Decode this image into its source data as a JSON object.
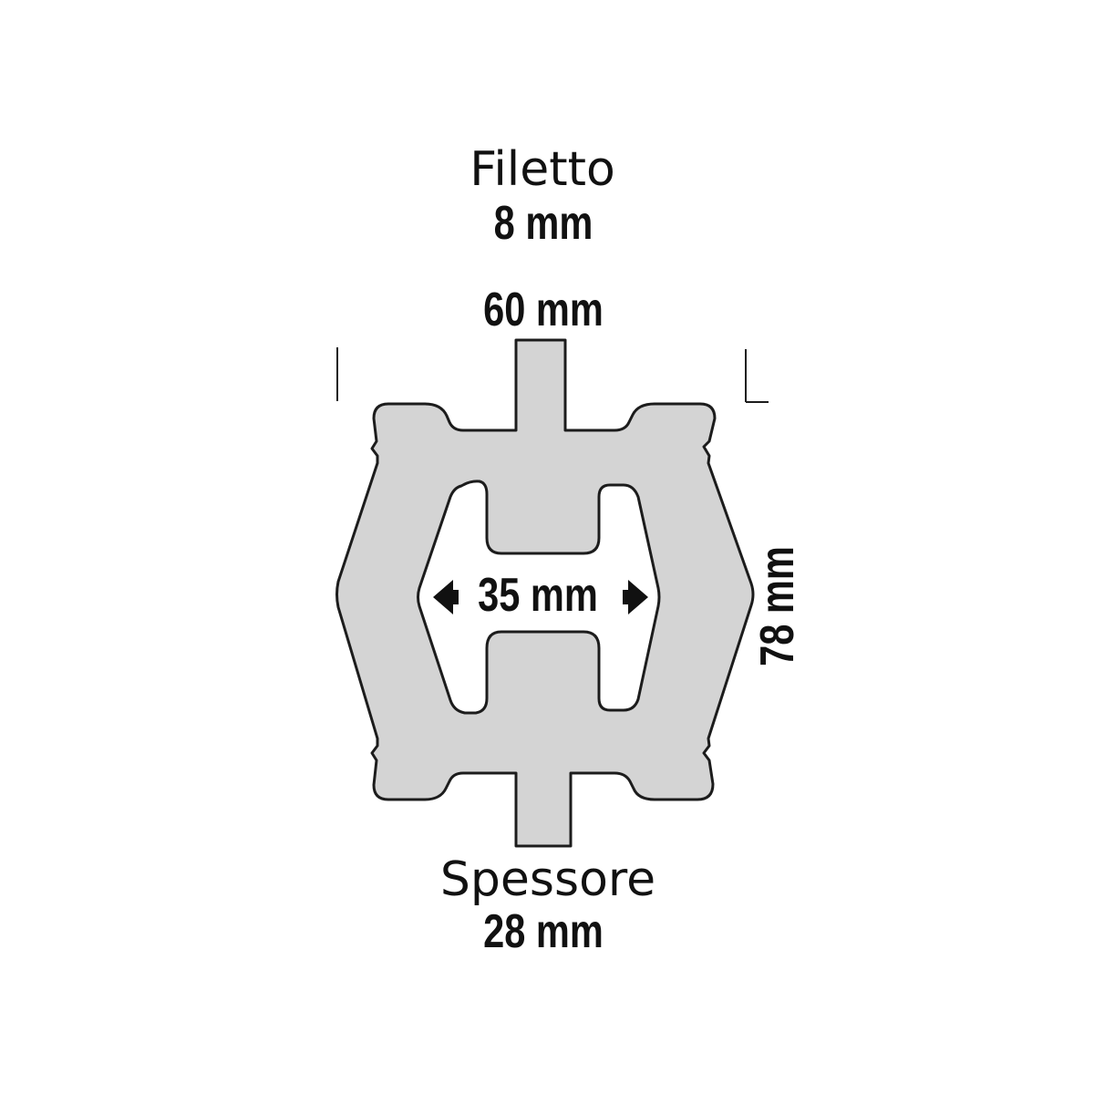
{
  "labels": {
    "thread_title": "Filetto",
    "thread_value": "8 mm",
    "width_value": "60 mm",
    "inner_width_value": "35 mm",
    "height_value": "78 mm",
    "thickness_title": "Spessore",
    "thickness_value": "28 mm"
  },
  "colors": {
    "background": "#ffffff",
    "profile_fill": "#d4d4d4",
    "outline": "#1c1c1c",
    "text": "#111111",
    "arrow": "#111111"
  }
}
